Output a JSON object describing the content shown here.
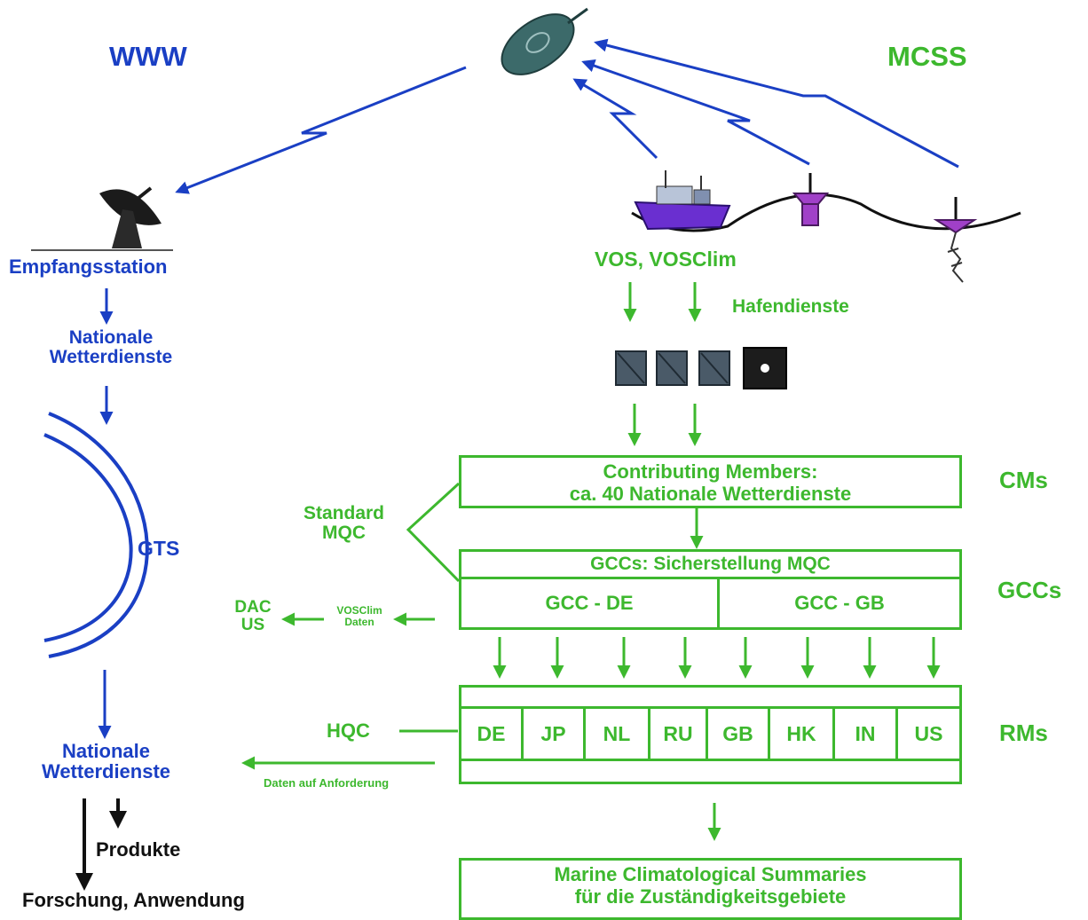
{
  "left": {
    "title": "WWW",
    "receiving_station": "Empfangsstation",
    "nws_top_line1": "Nationale",
    "nws_top_line2": "Wetterdienste",
    "gts": "GTS",
    "nws_bottom_line1": "Nationale",
    "nws_bottom_line2": "Wetterdienste",
    "products": "Produkte",
    "research": "Forschung, Anwendung"
  },
  "right": {
    "title": "MCSS",
    "vos": "VOS, VOSClim",
    "port_services": "Hafendienste",
    "cm_box_line1": "Contributing Members:",
    "cm_box_line2": "ca. 40 Nationale Wetterdienste",
    "cm_label": "CMs",
    "standard_mqc_line1": "Standard",
    "standard_mqc_line2": "MQC",
    "gcc_header": "GCCs: Sicherstellung MQC",
    "gcc_de": "GCC - DE",
    "gcc_gb": "GCC - GB",
    "gcc_label": "GCCs",
    "dac_line1": "DAC",
    "dac_line2": "US",
    "vosclim_data_line1": "VOSClim",
    "vosclim_data_line2": "Daten",
    "hqc": "HQC",
    "rm_cells": [
      "DE",
      "JP",
      "NL",
      "RU",
      "GB",
      "HK",
      "IN",
      "US"
    ],
    "rm_label": "RMs",
    "data_on_request": "Daten auf Anforderung",
    "summary_line1": "Marine Climatological Summaries",
    "summary_line2": "für die Zuständigkeitsgebiete"
  },
  "colors": {
    "blue": "#1a3fc4",
    "green": "#3db82e",
    "black": "#111111",
    "buoy_purple": "#a040c8",
    "ship_purple": "#6a2fd0"
  },
  "icons": [
    "satellite-icon",
    "dish-antenna-icon",
    "ship-icon",
    "buoy-icon",
    "drifting-buoy-icon",
    "computer-icon"
  ]
}
